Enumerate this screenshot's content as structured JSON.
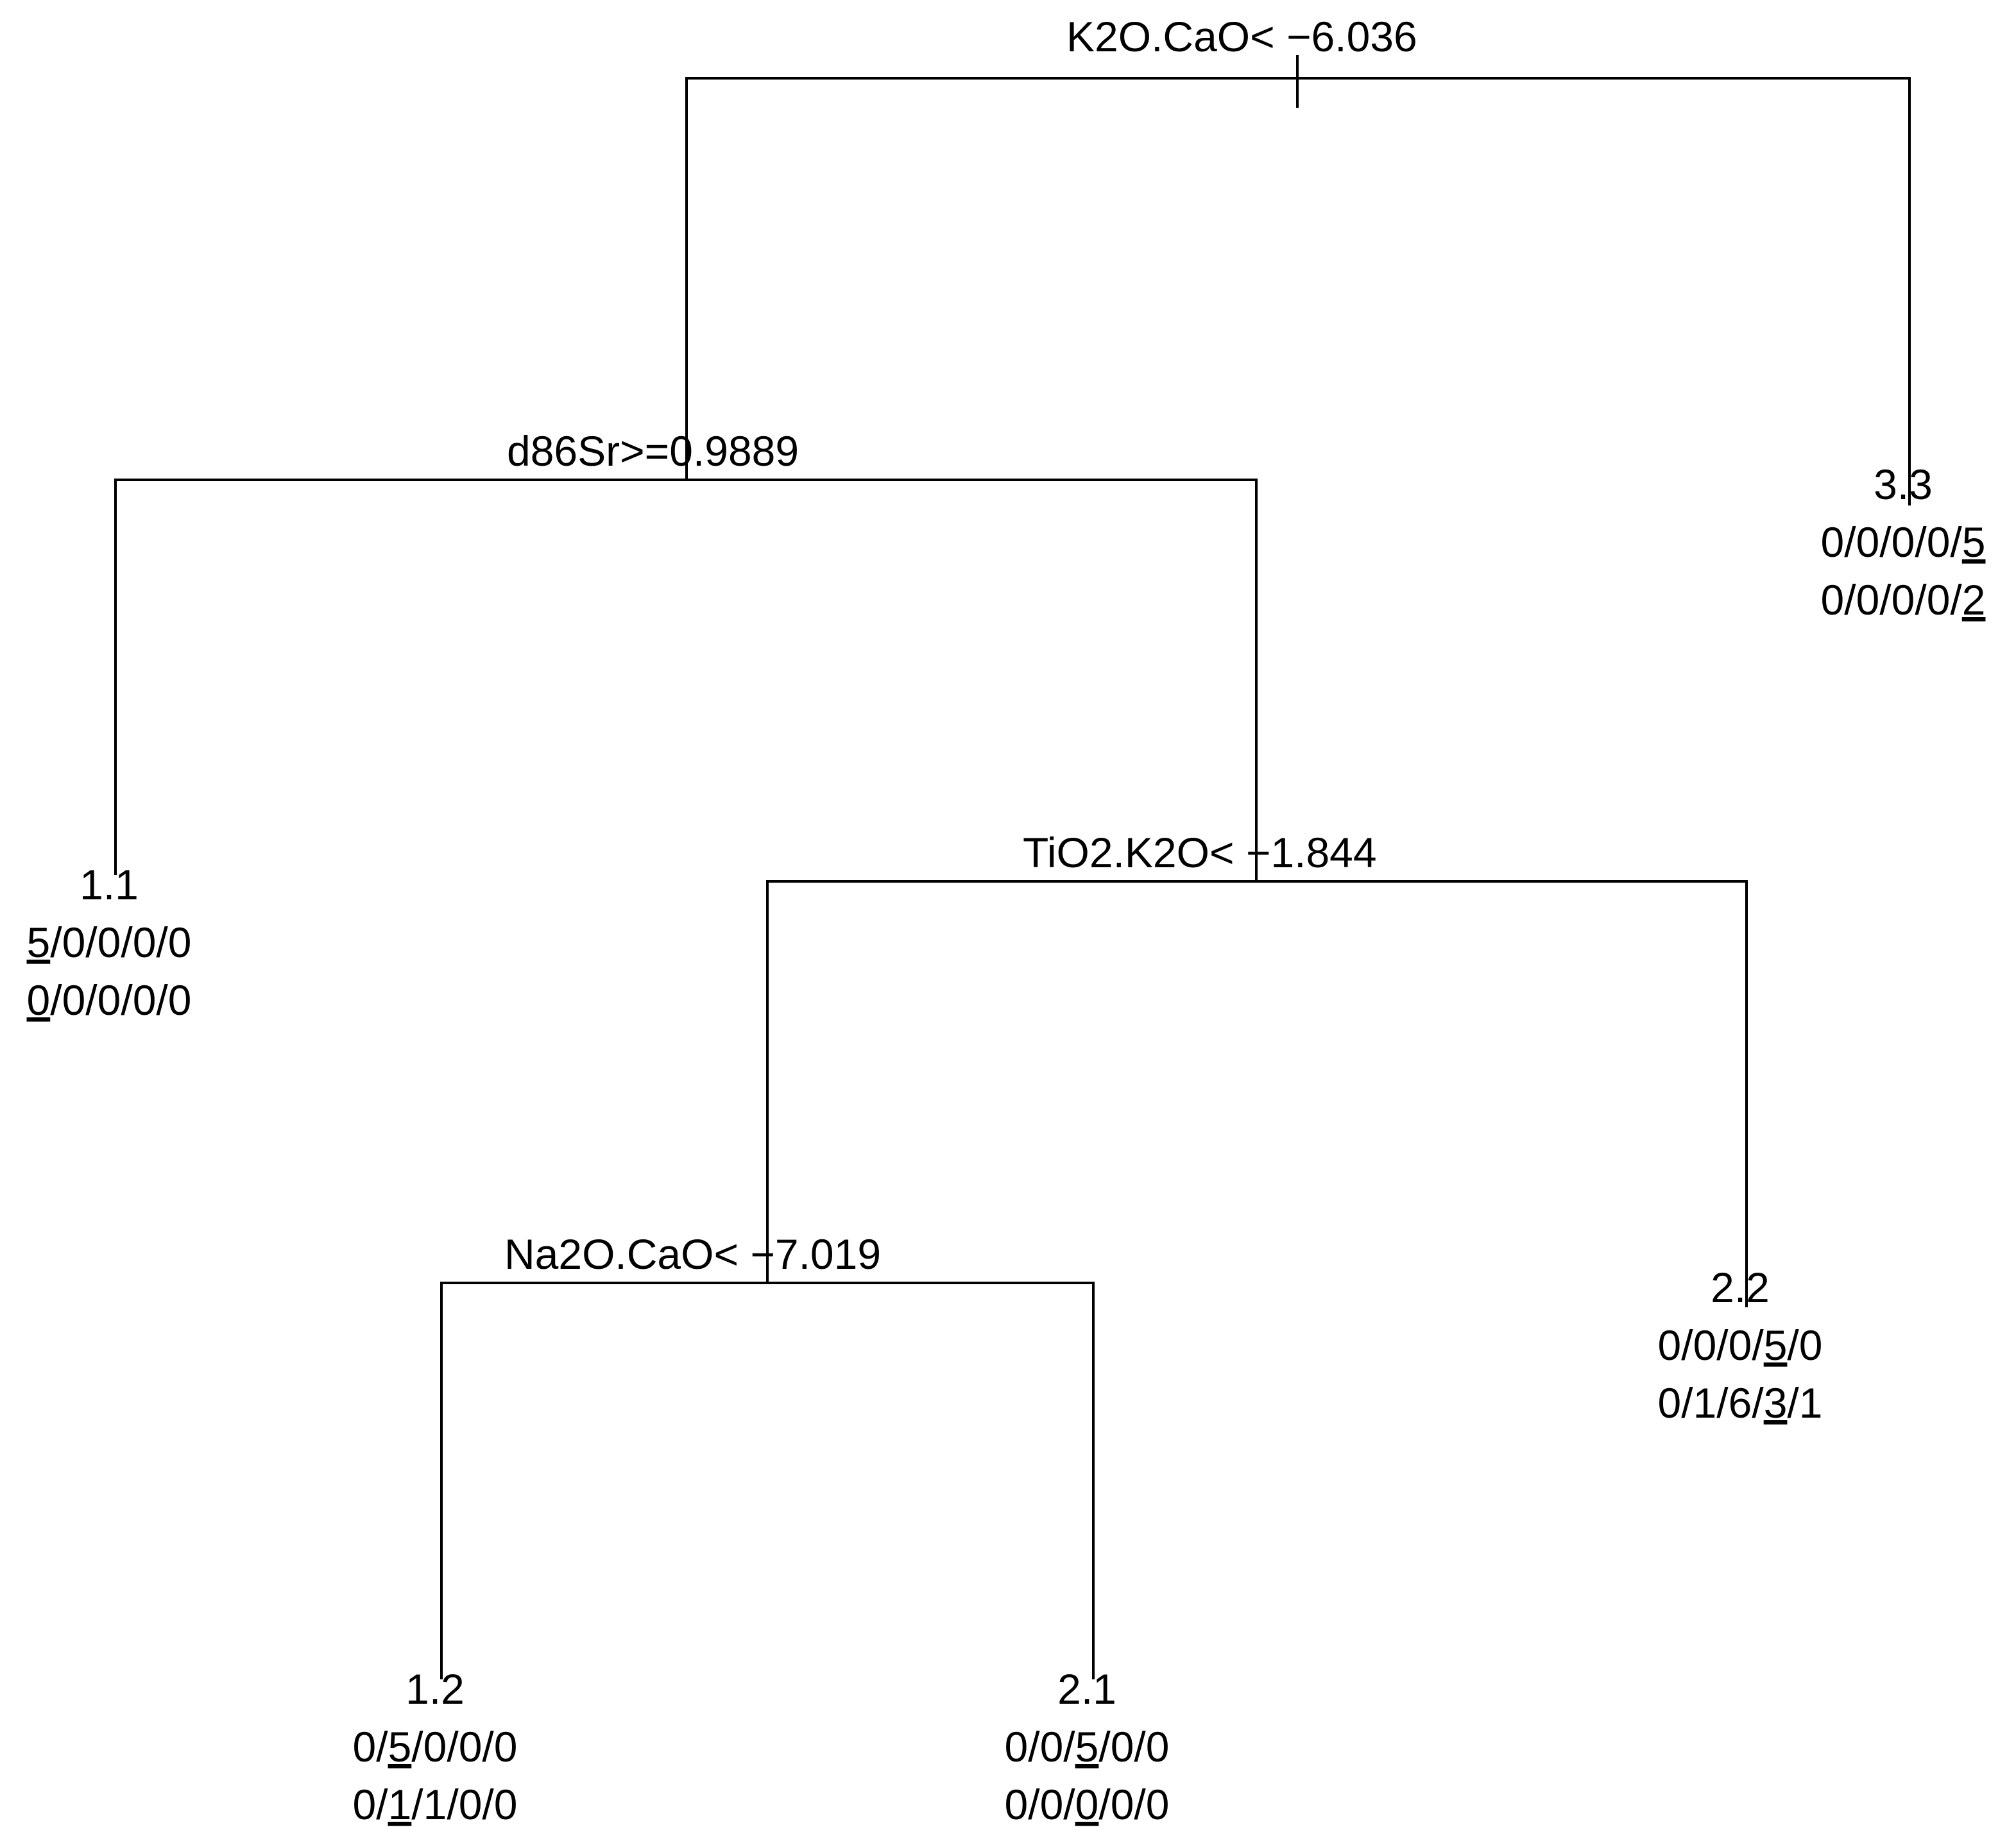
{
  "tree": {
    "splits": [
      {
        "id": "root",
        "label": "K2O.CaO< −6.036"
      },
      {
        "id": "s2",
        "label": "d86Sr>=0.9889"
      },
      {
        "id": "s3",
        "label": "TiO2.K2O< −1.844"
      },
      {
        "id": "s4",
        "label": "Na2O.CaO< −7.019"
      }
    ],
    "leaves": [
      {
        "id": "l11",
        "class_label": "1.1",
        "counts_row1": [
          "5",
          "0",
          "0",
          "0",
          "0"
        ],
        "counts_row2": [
          "0",
          "0",
          "0",
          "0",
          "0"
        ],
        "underline_index": 0
      },
      {
        "id": "l12",
        "class_label": "1.2",
        "counts_row1": [
          "0",
          "5",
          "0",
          "0",
          "0"
        ],
        "counts_row2": [
          "0",
          "1",
          "1",
          "0",
          "0"
        ],
        "underline_index": 1
      },
      {
        "id": "l21",
        "class_label": "2.1",
        "counts_row1": [
          "0",
          "0",
          "5",
          "0",
          "0"
        ],
        "counts_row2": [
          "0",
          "0",
          "0",
          "0",
          "0"
        ],
        "underline_index": 2
      },
      {
        "id": "l22",
        "class_label": "2.2",
        "counts_row1": [
          "0",
          "0",
          "0",
          "5",
          "0"
        ],
        "counts_row2": [
          "0",
          "1",
          "6",
          "3",
          "1"
        ],
        "underline_index": 3
      },
      {
        "id": "l33",
        "class_label": "3.3",
        "counts_row1": [
          "0",
          "0",
          "0",
          "0",
          "5"
        ],
        "counts_row2": [
          "0",
          "0",
          "0",
          "0",
          "2"
        ],
        "underline_index": 4
      }
    ]
  }
}
